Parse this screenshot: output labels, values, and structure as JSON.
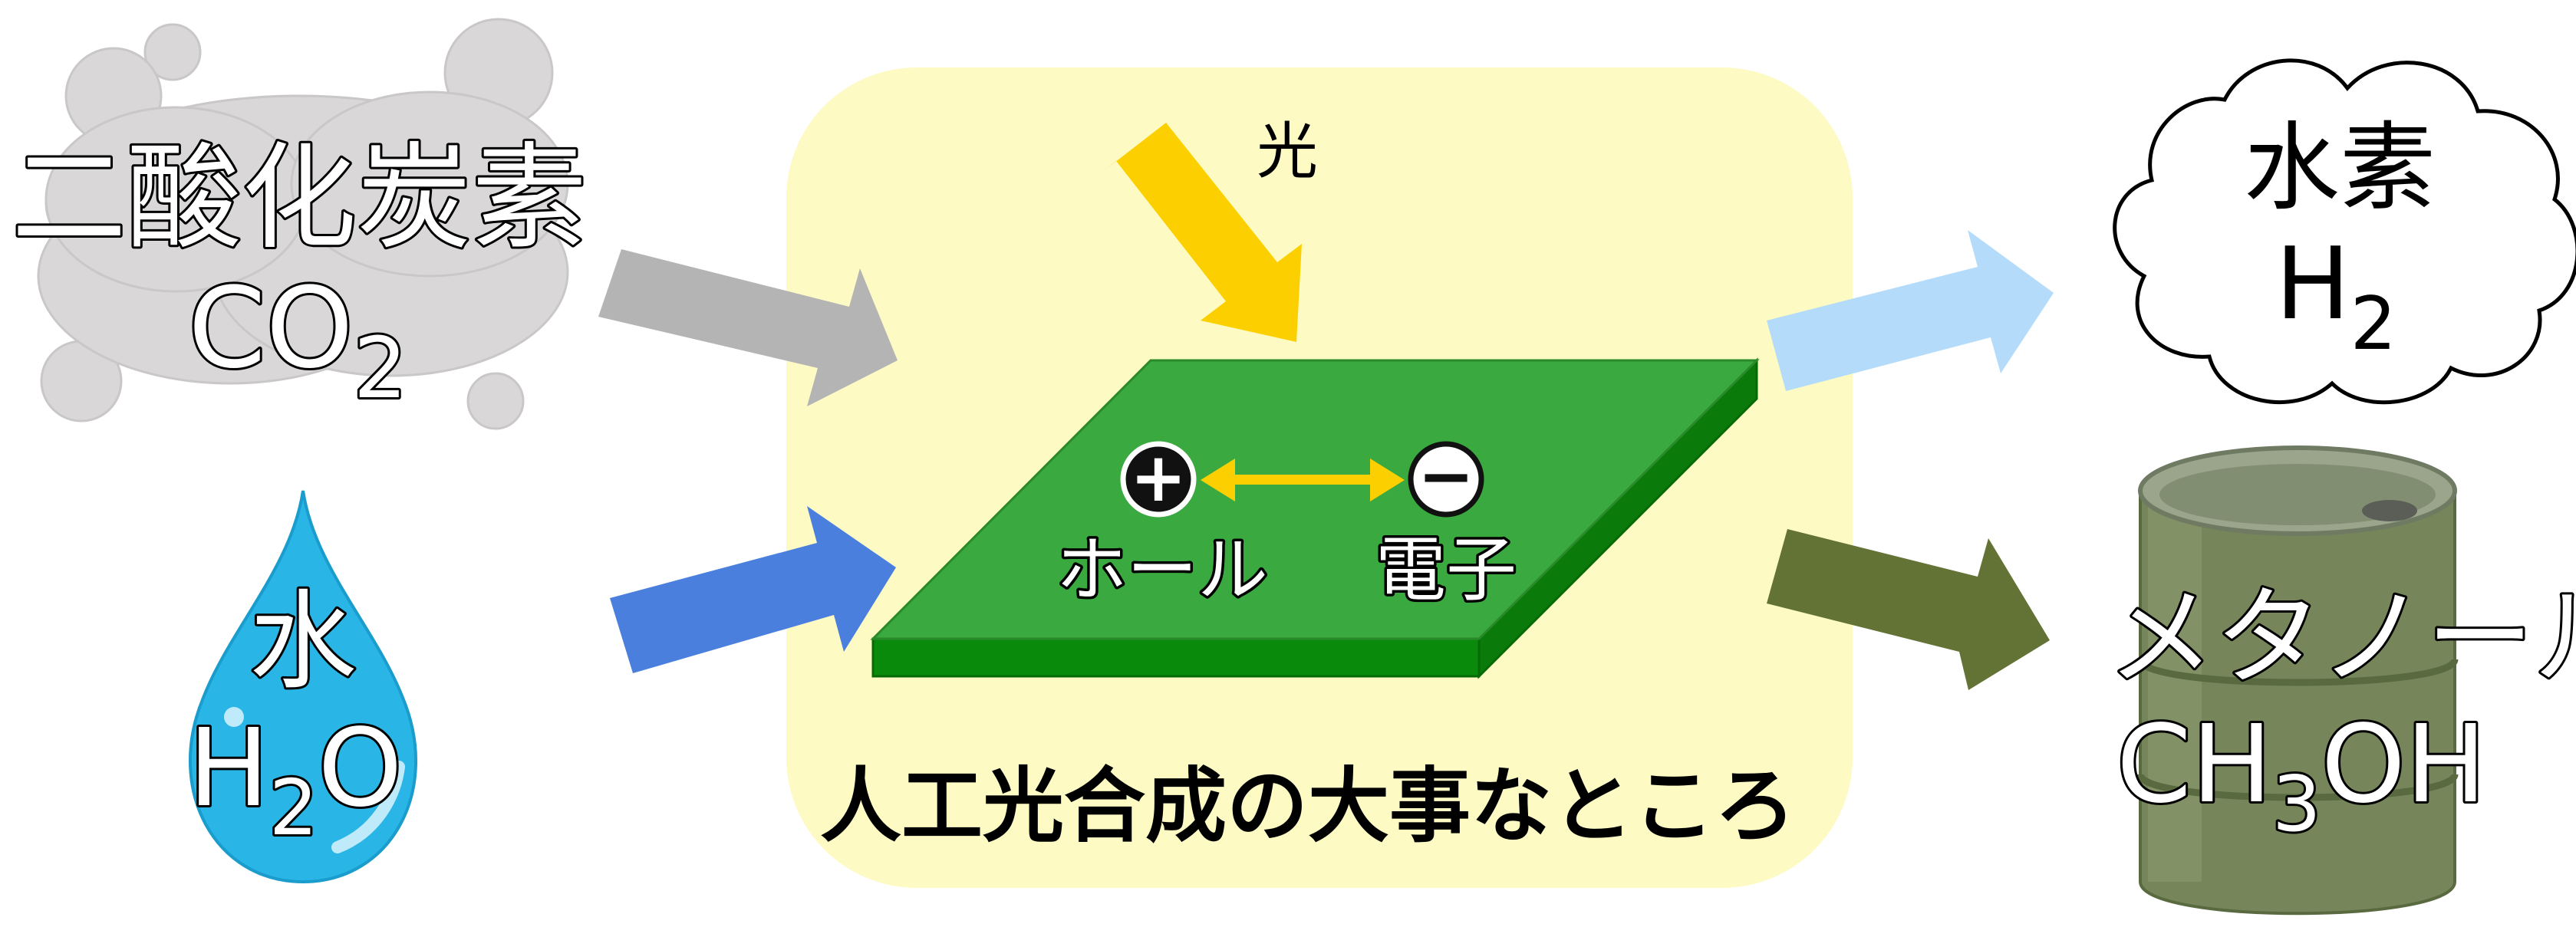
{
  "colors": {
    "panel": "#fdfac4",
    "plate_top": "#3aa93f",
    "plate_side": "#0a8a0a",
    "arrow_co2": "#b4b4b4",
    "arrow_water": "#4a7fde",
    "arrow_light": "#fcd000",
    "arrow_h2": "#b4dcfa",
    "arrow_methanol": "#637336",
    "cloud_gray": "#d9d7d7",
    "water_drop": "#29b6e6",
    "barrel": "#76865a"
  },
  "inputs": {
    "co2": {
      "name": "二酸化炭素",
      "formula_main": "CO",
      "formula_sub": "2"
    },
    "water": {
      "name": "水",
      "formula_h": "H",
      "formula_sub": "2",
      "formula_o": "O"
    }
  },
  "center": {
    "light_label": "光",
    "hole_label": "ホール",
    "electron_label": "電子",
    "plus_sign": "+",
    "minus_sign": "−",
    "caption": "人工光合成の大事なところ"
  },
  "outputs": {
    "hydrogen": {
      "name": "水素",
      "formula_main": "H",
      "formula_sub": "2"
    },
    "methanol": {
      "name": "メタノール",
      "formula_a": "CH",
      "formula_sub": "3",
      "formula_b": "OH"
    }
  }
}
